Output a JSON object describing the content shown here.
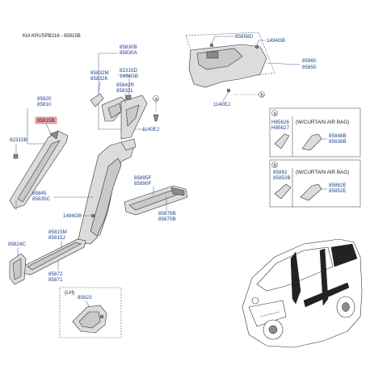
{
  "header": {
    "title": "KIA KRUSPB216 - 85815B"
  },
  "labels": {
    "p85858D": "85858D",
    "p1494GB_top": "1494GB",
    "p85860": "85860",
    "p85850": "85850",
    "p1140EJ_a": "1140EJ",
    "p85830B": "85830B",
    "p85830A": "85830A",
    "p85832M": "85832M",
    "p85832K": "85832K",
    "p82315D": "82315D",
    "p1494GB_mid": "1494GB",
    "p85842R": "85842R",
    "p85832L": "85832L",
    "p1140EJ_b": "1140EJ",
    "p85820": "85820",
    "p85810": "85810",
    "p85815B": "85815B",
    "p82315B": "82315B",
    "p85845": "85845",
    "p85835C": "85835C",
    "p1494GB_low": "1494GB",
    "p85895F": "85895F",
    "p85890F": "85890F",
    "p85876B": "85876B",
    "p85875B": "85875B",
    "p85824C": "85824C",
    "p85815M": "85815M",
    "p85815J": "85815J",
    "p85872": "85872",
    "p85871": "85871",
    "p85823": "85823",
    "lh": "(LH)",
    "callout_a": "a",
    "callout_b": "b",
    "a_H85626": "H85626",
    "a_H85627": "H85627",
    "a_airbag": "(W/CURTAIN AIR BAG)",
    "a_85848B": "85848B",
    "a_85838B": "85838B",
    "b_85862": "85862",
    "b_85852B": "85852B",
    "b_airbag": "(W/CURTAIN AIR BAG)",
    "b_85862E": "85862E",
    "b_85852E": "85852E"
  },
  "colors": {
    "label_blue": "#1f3f8c",
    "highlight_pink": "#f2a3ae",
    "leader_line": "#5a6a9a"
  }
}
